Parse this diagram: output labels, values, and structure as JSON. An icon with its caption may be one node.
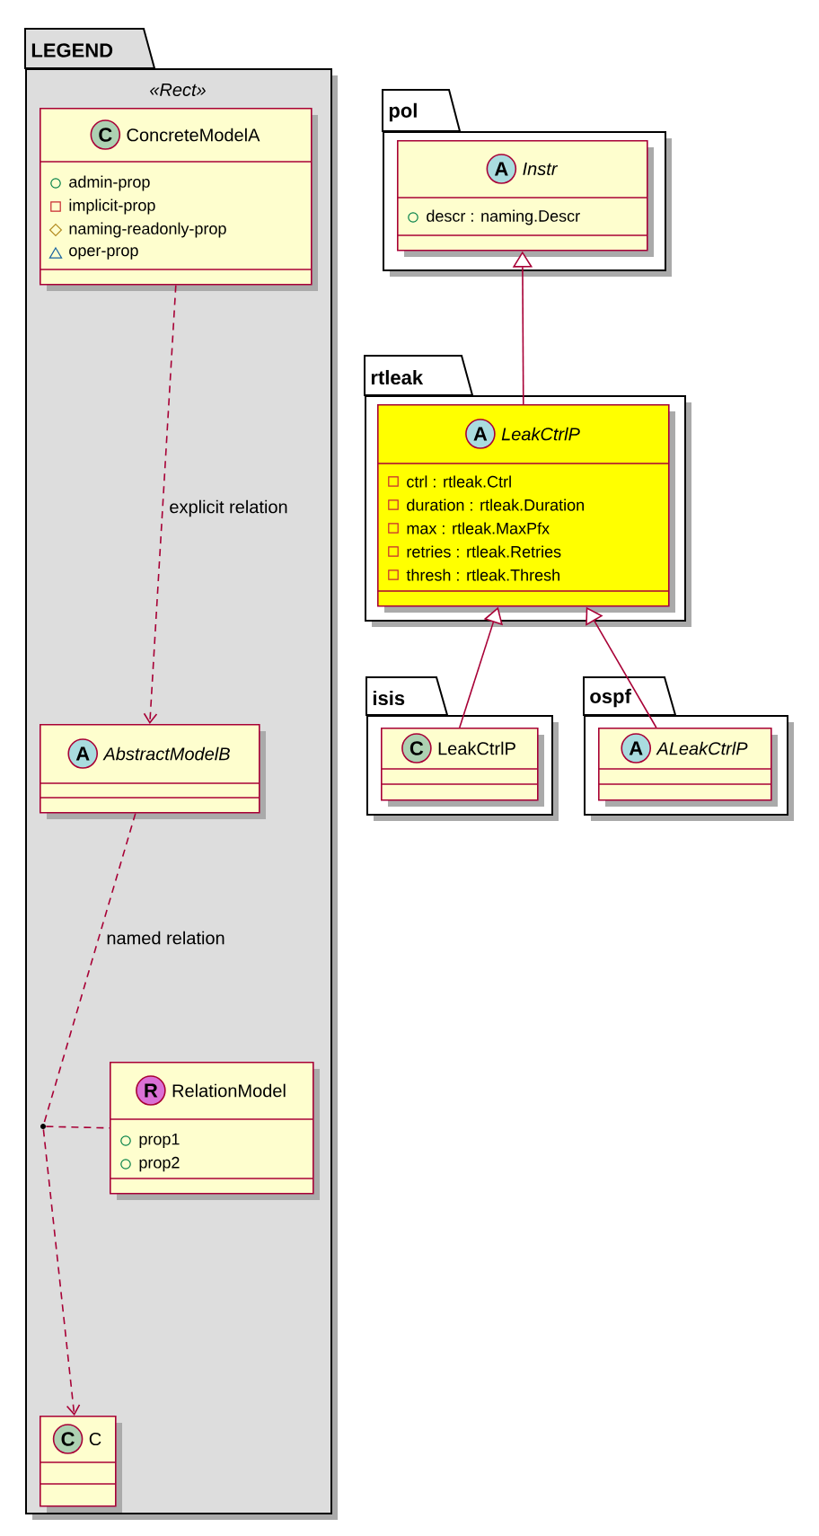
{
  "diagram": {
    "nodes": [
      {
        "text": [
          "LEGEND",
          "«Rect»"
        ]
      },
      {
        "text": [
          "C",
          "ConcreteModelA",
          "admin-prop",
          "implicit-prop",
          "naming-readonly-prop",
          "oper-prop"
        ],
        "in": 0
      },
      {
        "text": [
          "A",
          "AbstractModelB"
        ],
        "in": 0
      },
      {
        "text": [],
        "shape": "circle",
        "in": 0
      },
      {
        "text": [
          "R",
          "RelationModel",
          "prop1",
          "prop2"
        ],
        "in": 0
      },
      {
        "text": [
          "C",
          "C"
        ],
        "in": 0
      },
      {
        "text": [
          "pol"
        ]
      },
      {
        "text": [
          "A",
          "Instr",
          "descr : naming.Descr"
        ],
        "in": 6
      },
      {
        "text": [
          "rtleak"
        ]
      },
      {
        "text": [
          "A",
          "LeakCtrlP",
          "ctrl : rtleak.Ctrl",
          "duration : rtleak.Duration",
          "max : rtleak.MaxPfx",
          "retries : rtleak.Retries",
          "thresh : rtleak.Thresh"
        ],
        "in": 8
      },
      {
        "text": [
          "isis"
        ]
      },
      {
        "text": [
          "C",
          "LeakCtrlP"
        ],
        "in": 10
      },
      {
        "text": [
          "ospf"
        ]
      },
      {
        "text": [
          "A",
          "ALeakCtrlP"
        ],
        "in": 12
      }
    ],
    "edges": [
      {
        "from": 1,
        "to": 2,
        "arrow": "to",
        "style": "dashed",
        "label": "explicit relation"
      },
      {
        "from": 2,
        "to": 3,
        "arrow": "none",
        "style": "dashed",
        "label": "named relation"
      },
      {
        "from": 3,
        "to": 4,
        "arrow": "none",
        "style": "dashed"
      },
      {
        "from": 3,
        "to": 5,
        "arrow": "to",
        "style": "dashed"
      },
      {
        "from": 9,
        "to": 7,
        "arrow": "to"
      },
      {
        "from": 11,
        "to": 9,
        "arrow": "to"
      },
      {
        "from": 13,
        "to": 9,
        "arrow": "to"
      }
    ]
  }
}
